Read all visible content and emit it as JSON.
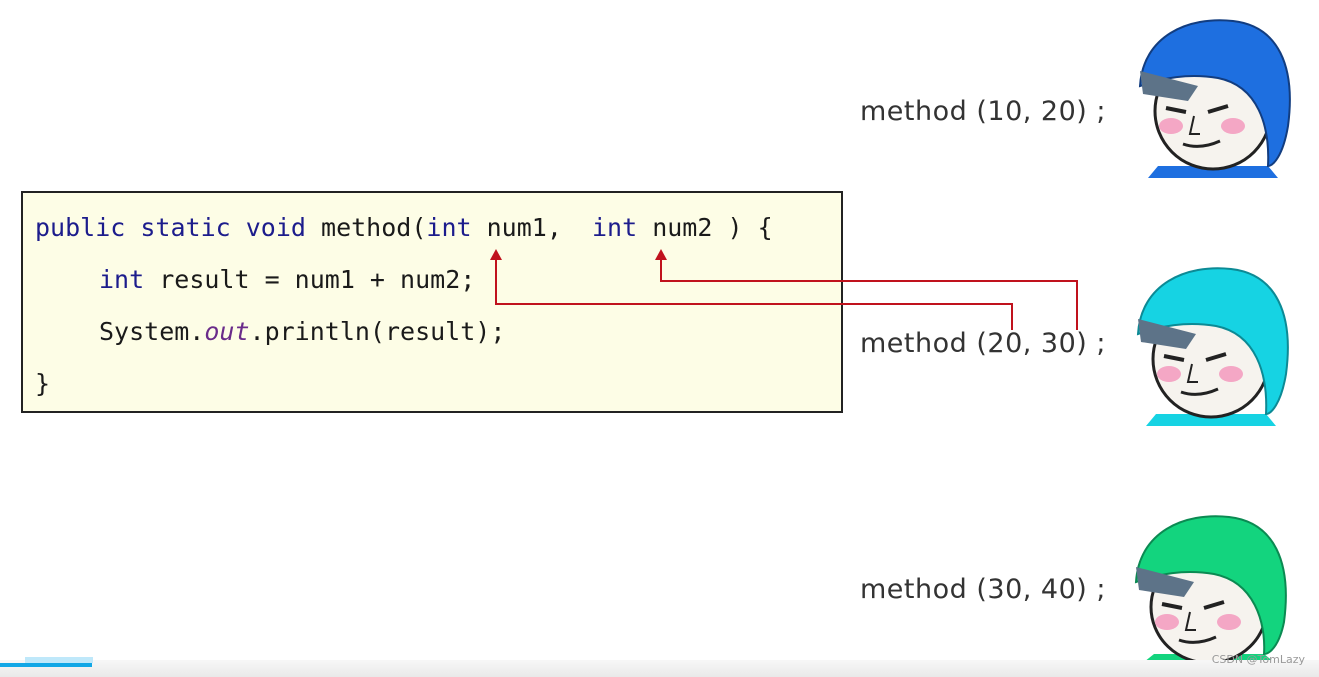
{
  "code": {
    "line1": {
      "kw1": "public",
      "kw2": "static",
      "kw3": "void",
      "name": "method(",
      "kw4": "int",
      "param1": "num1,",
      "kw5": "int",
      "param2": "num2",
      "tail": ") {"
    },
    "line2": {
      "kw": "int",
      "text": "result = num1 + num2;"
    },
    "line3": {
      "pre": "System.",
      "field": "out",
      "post": ".println(result);"
    },
    "line4": "}"
  },
  "calls": [
    "method (10, 20) ;",
    "method (20, 30) ;",
    "method (30, 40) ;"
  ],
  "avatars": [
    {
      "icon": "blue-helmet-meme-face-icon",
      "helmet_color": "#1e6fe0"
    },
    {
      "icon": "cyan-helmet-meme-face-icon",
      "helmet_color": "#16d3e3"
    },
    {
      "icon": "green-helmet-meme-face-icon",
      "helmet_color": "#13d47e"
    }
  ],
  "colors": {
    "arrow": "#c0121d",
    "code_background": "#fdfde6",
    "keyword": "#1c1c8c",
    "field": "#6a2b8a",
    "progress": "#11a7e6"
  },
  "progress": {
    "fraction": 0.07
  },
  "watermark": "CSDN @TomLazy"
}
